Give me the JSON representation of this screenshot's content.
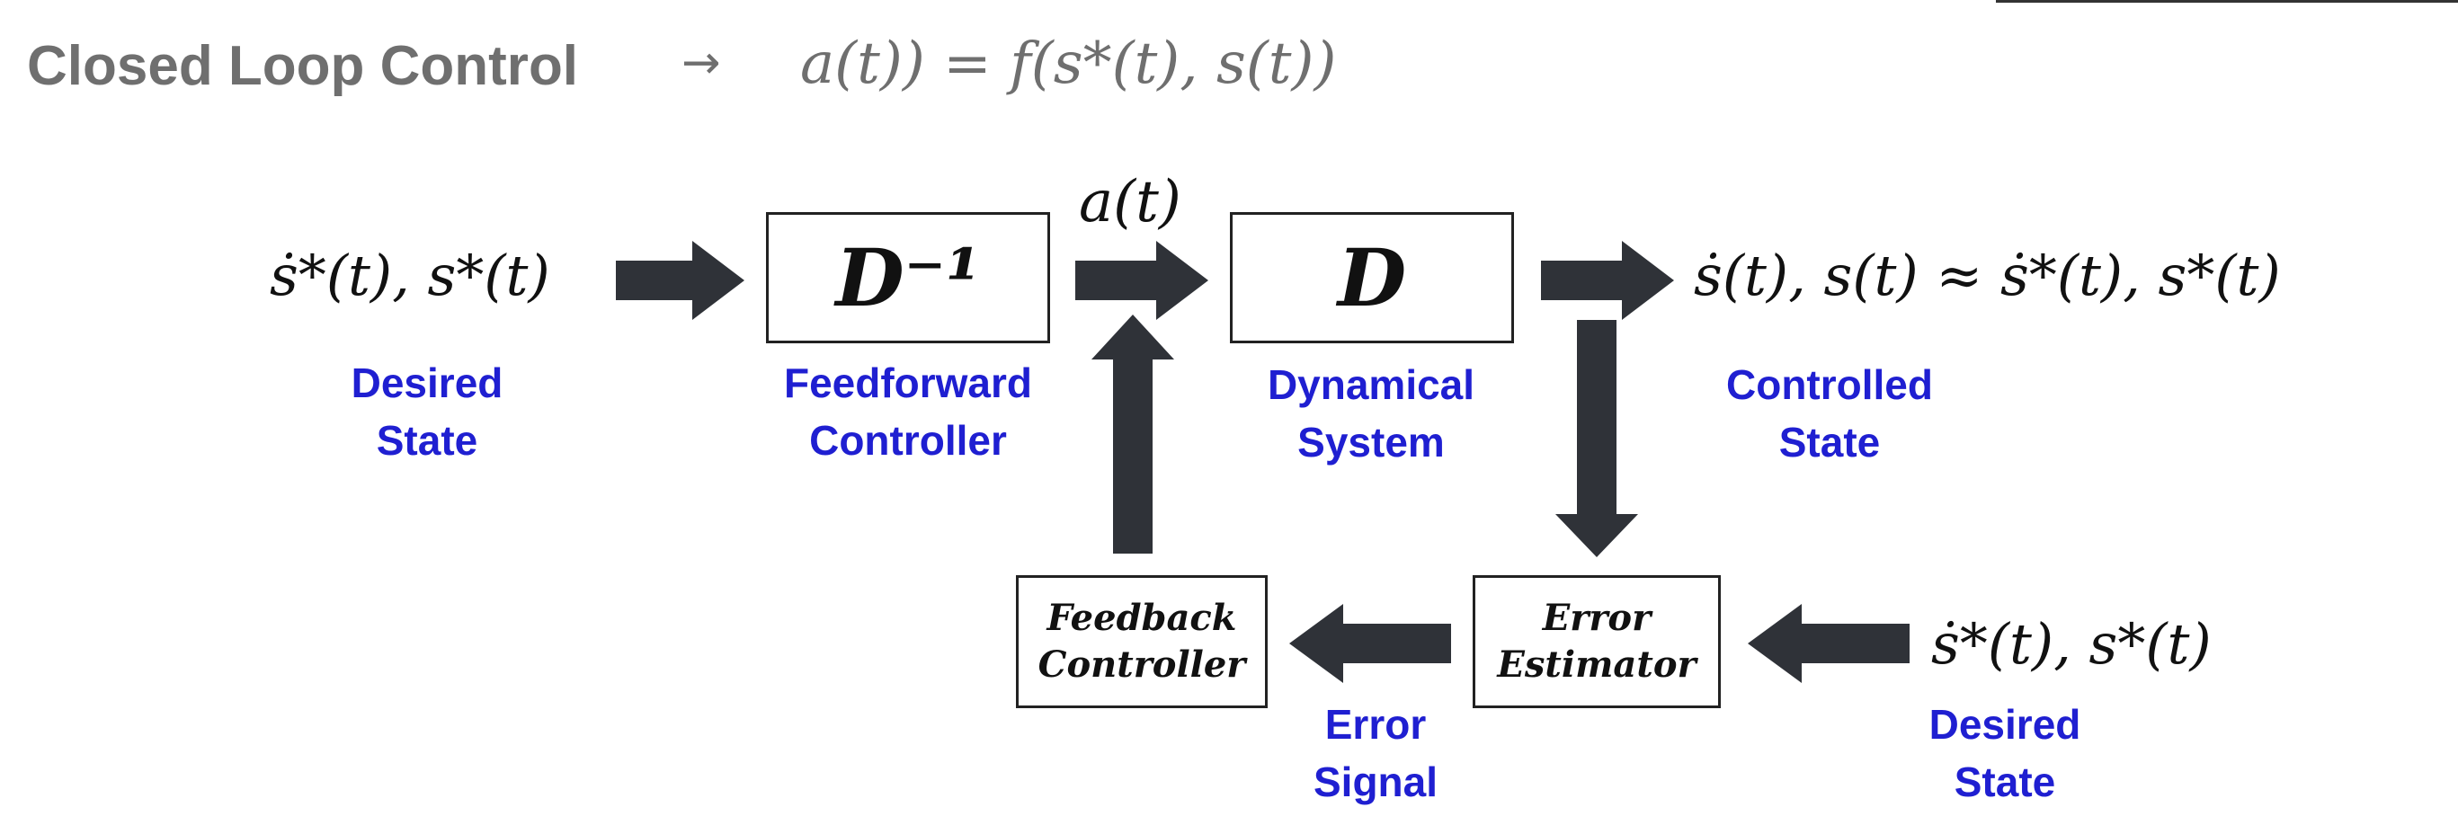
{
  "header": {
    "title": "Closed Loop Control",
    "arrow": "→",
    "formula": "a(t)) = f(s*(t), s(t))"
  },
  "inputs": {
    "top_desired": "ṡ*(t), s*(t)",
    "bottom_desired": "ṡ*(t),  s*(t)",
    "action": "a(t)",
    "controlled_output": "ṡ(t),  s(t)  ≈  ṡ*(t),  s*(t)"
  },
  "blocks": {
    "feedforward": "D⁻¹",
    "dynamical": "D",
    "feedback_line1": "Feedback",
    "feedback_line2": "Controller",
    "error_line1": "Error",
    "error_line2": "Estimator"
  },
  "labels": {
    "desired_top_1": "Desired",
    "desired_top_2": "State",
    "feedforward_1": "Feedforward",
    "feedforward_2": "Controller",
    "dynamical_1": "Dynamical",
    "dynamical_2": "System",
    "controlled_1": "Controlled",
    "controlled_2": "State",
    "error_signal_1": "Error",
    "error_signal_2": "Signal",
    "desired_bottom_1": "Desired",
    "desired_bottom_2": "State"
  },
  "colors": {
    "arrow": "#2f3238",
    "label_blue": "#1f1fd1",
    "title_gray": "#6f6f6f"
  }
}
